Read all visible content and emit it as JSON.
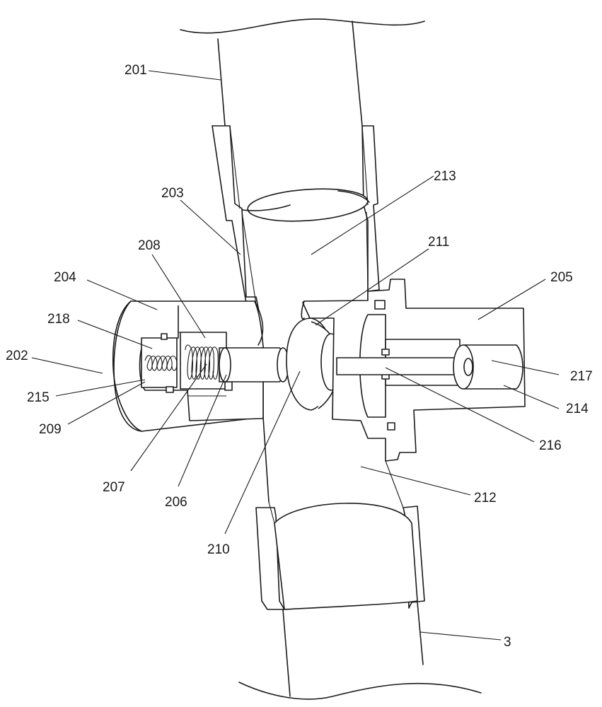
{
  "labels": {
    "l201": "201",
    "l202": "202",
    "l203": "203",
    "l204": "204",
    "l205": "205",
    "l206": "206",
    "l207": "207",
    "l208": "208",
    "l209": "209",
    "l210": "210",
    "l211": "211",
    "l212": "212",
    "l213": "213",
    "l214": "214",
    "l215": "215",
    "l216": "216",
    "l217": "217",
    "l218": "218",
    "l3": "3"
  }
}
